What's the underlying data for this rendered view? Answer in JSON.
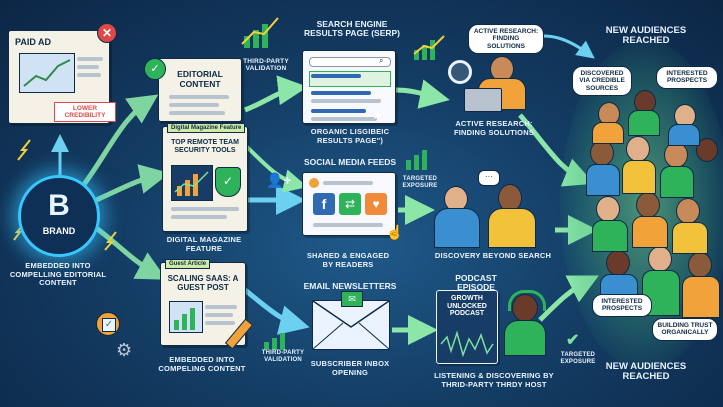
{
  "brand": {
    "name": "BRAND",
    "caption": "EMBEDDED INTO COMPELLING EDITORIAL CONTENT"
  },
  "paid_ad": {
    "title": "PAID AD",
    "badge": "LOWER CREDIBILITY"
  },
  "editorial": {
    "title": "EDITORIAL CONTENT",
    "validation": "THIRD-PARTY VALIDATION"
  },
  "magazine": {
    "tag": "Digital Magazine Feature",
    "headline": "TOP REMOTE TEAM SECURITY TOOLS",
    "caption": "DIGITAL MAGAZINE FEATURE"
  },
  "guest": {
    "tag": "Guest Article",
    "headline": "SCALING SAAS: A GUEST POST",
    "caption": "EMBEDDED INTO COMPELING CONTENT",
    "validation": "THIRD-PARTY VALIDATION"
  },
  "serp": {
    "header": "SEARCH ENGINE RESULTS PAGE (SERP)",
    "caption": "ORGANIC LISGIBEIC RESULTS PAGE\")"
  },
  "social": {
    "header": "SOCIAL MEDIA FEEDS",
    "caption": "SHARED & ENGAGED BY READERS",
    "targeted": "TARGETED EXPOSURE"
  },
  "email": {
    "header": "EMAIL NEWSLETTERS",
    "caption": "SUBSCRIBER INBOX OPENING"
  },
  "research": {
    "bubble": "ACTIVE RESEARCH: FINDING SOLUTIONS",
    "caption": "ACTIVE RESEARCH: FINDING SOLUTIONS"
  },
  "discovery": {
    "caption": "DISCOVERY BEYOND SEARCH"
  },
  "podcast": {
    "header": "PODCAST EPISODE",
    "title": "GROWTH UNLOCKED PODCAST",
    "caption": "LISTENING & DISCOVERING BY THRID-PARTY THRDY HOST",
    "targeted": "TARGETED EXPOSURE"
  },
  "audiences": {
    "top": "NEW AUDIENCES REACHED",
    "bottom": "NEW AUDIENCES REACHED",
    "bubbles": [
      "DISCOVERED VIA CREDIBLE SOURCES",
      "INTERESTED PROSPECTS",
      "INTERESTED PROSPECTS",
      "BUILDING TRUST ORGANICALLY"
    ]
  },
  "colors": {
    "arrow": "#7ee0a0",
    "arrow_blue": "#5fc4e8",
    "brand_glow": "#38c6ff",
    "accent": "#f2a23a"
  }
}
